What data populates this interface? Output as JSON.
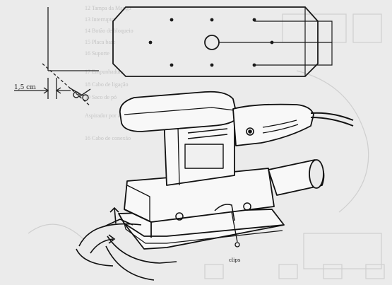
{
  "figure": {
    "dimension_label": "1,5 cm",
    "fastener_label": "clips",
    "show_through_text": [
      "12 Tampa da Mangu",
      "13 Interruptor",
      "14 Botão de bloqueio",
      "15 Placa base",
      "16 Suporte",
      "17 Empunhadura",
      "18 Cabo de ligação",
      "19 Saco de pó",
      "Aspirador por acoplamento",
      "16 Cabo de conexão"
    ]
  }
}
